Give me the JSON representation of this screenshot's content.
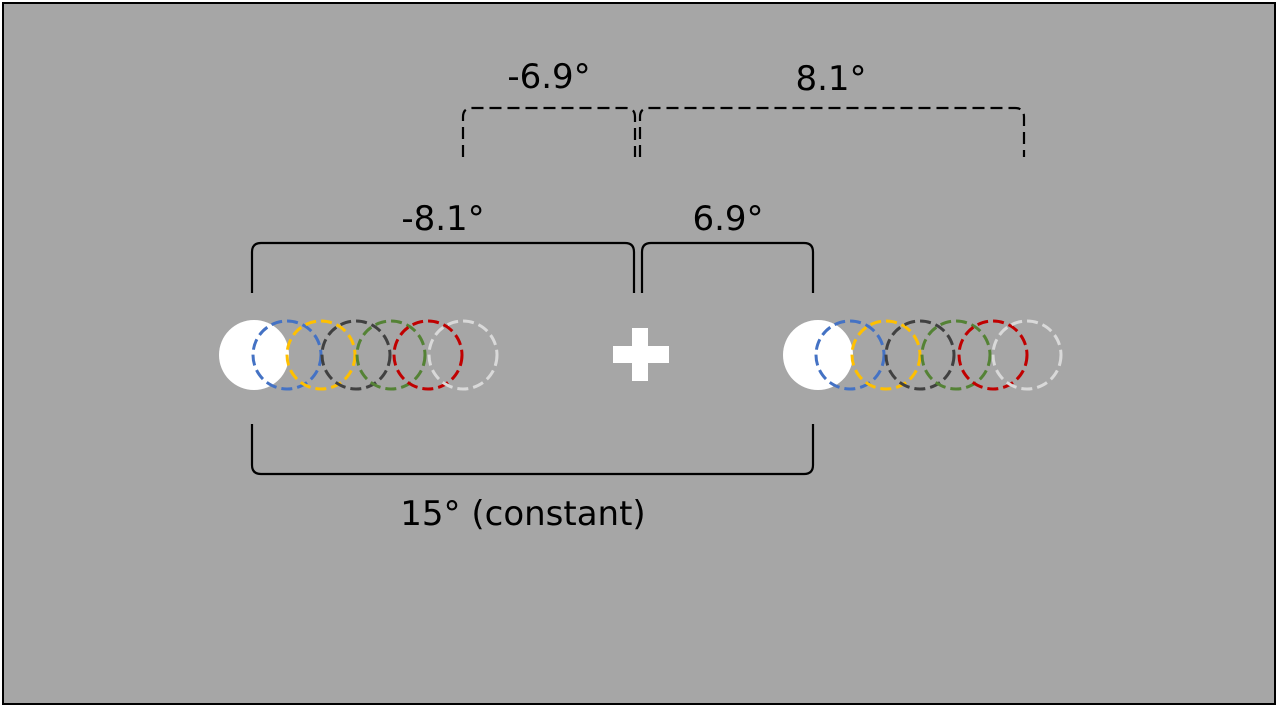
{
  "labels": {
    "top_left": "-6.9°",
    "top_right": "8.1°",
    "mid_left": "-8.1°",
    "mid_right": "6.9°",
    "bottom": "15° (constant)"
  },
  "colors": {
    "background": "#a6a6a6",
    "stimulus": "#ffffff",
    "fixation": "#ffffff",
    "bracket": "#000000",
    "ring_colors": [
      "#4472c4",
      "#ffc000",
      "#404040",
      "#548235",
      "#c00000",
      "#d9d9d9"
    ]
  },
  "icons": {
    "fixation": "fixation-cross-icon",
    "stimulus": "filled-disc-icon"
  }
}
